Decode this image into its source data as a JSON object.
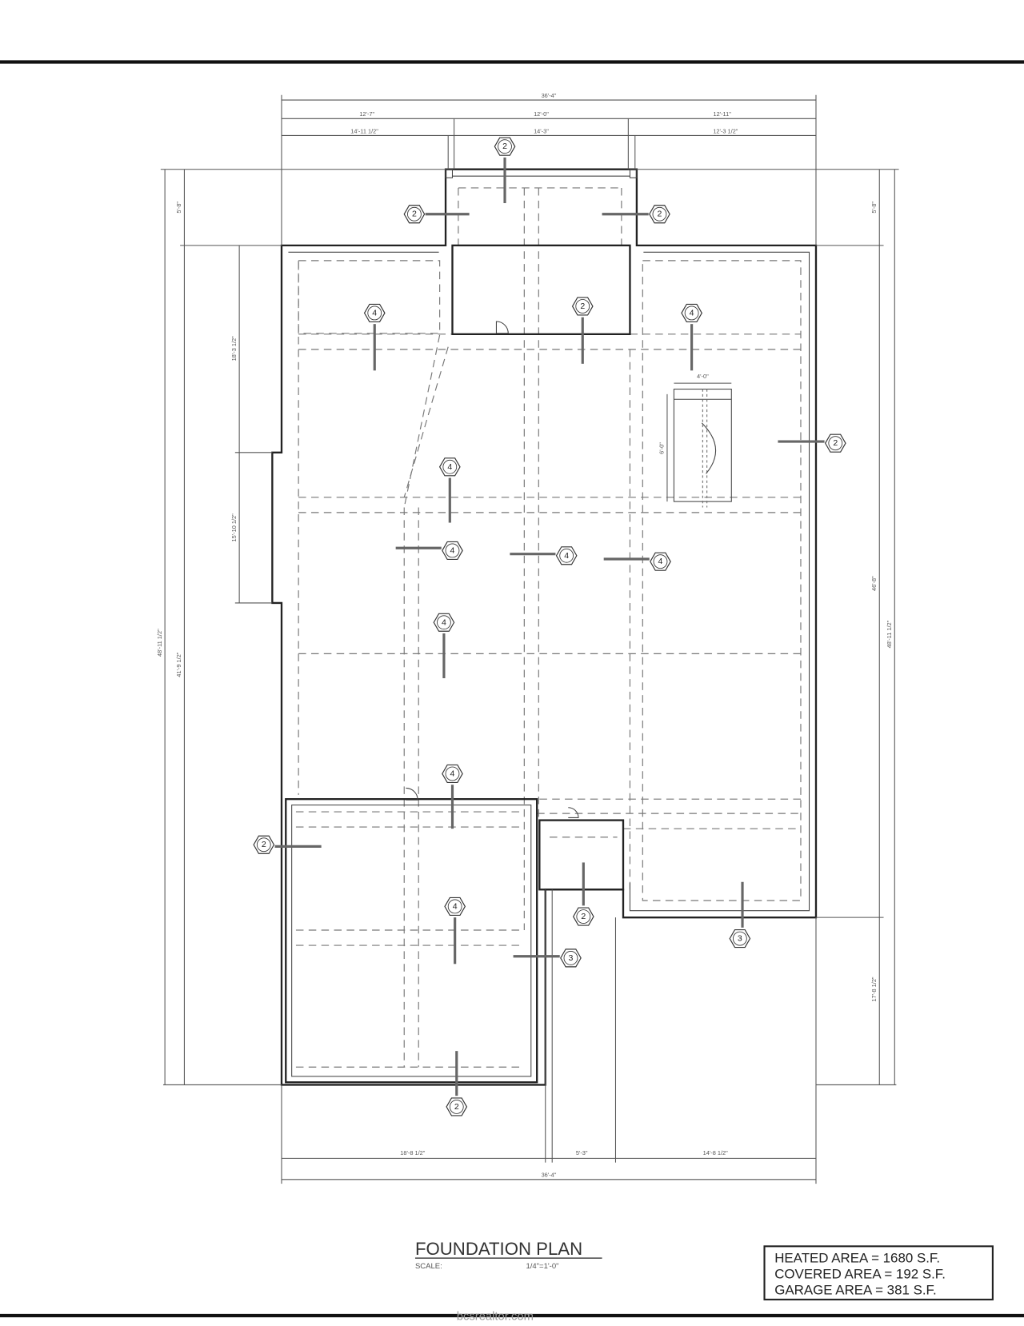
{
  "drawing": {
    "title": "FOUNDATION PLAN",
    "scale_label": "SCALE:",
    "scale_value": "1/4\"=1'-0\"",
    "watermark": "bcsrealtor.com"
  },
  "areas": [
    {
      "label": "HEATED AREA",
      "value": "1680 S.F."
    },
    {
      "label": "COVERED AREA",
      "value": "192 S.F."
    },
    {
      "label": "GARAGE AREA",
      "value": "381 S.F."
    }
  ],
  "area_lines": [
    "HEATED AREA = 1680 S.F.",
    "COVERED AREA = 192 S.F.",
    "GARAGE AREA = 381 S.F."
  ],
  "dimensions": {
    "top_overall": "36'-4\"",
    "top_left": "12'-7\"",
    "top_mid": "12'-0\"",
    "top_right": "12'-11\"",
    "top2_left": "14'-11 1/2\"",
    "top2_mid": "14'-3\"",
    "top2_right": "12'-3 1/2\"",
    "bottom_left": "18'-8 1/2\"",
    "bottom_mid": "5'-3\"",
    "bottom_right": "14'-8 1/2\"",
    "bottom_overall": "36'-4\"",
    "left_overall": "48'-11 1/2\"",
    "left_top": "5'-8\"",
    "left_main": "41'-9 1/2\"",
    "left_upper": "18'-3 1/2\"",
    "left_lower": "15'-10 1/2\"",
    "right_top": "5'-8\"",
    "right_main": "46'-8\"",
    "right_overall": "48'-11 1/2\"",
    "right_lower": "17'-8 1/2\"",
    "fireplace_width": "4'-0\"",
    "fireplace_length": "6'-0\""
  },
  "callouts": [
    "2",
    "2",
    "2",
    "4",
    "2",
    "4",
    "2",
    "4",
    "4",
    "4",
    "4",
    "4",
    "4",
    "2",
    "4",
    "2",
    "3",
    "3",
    "2"
  ]
}
